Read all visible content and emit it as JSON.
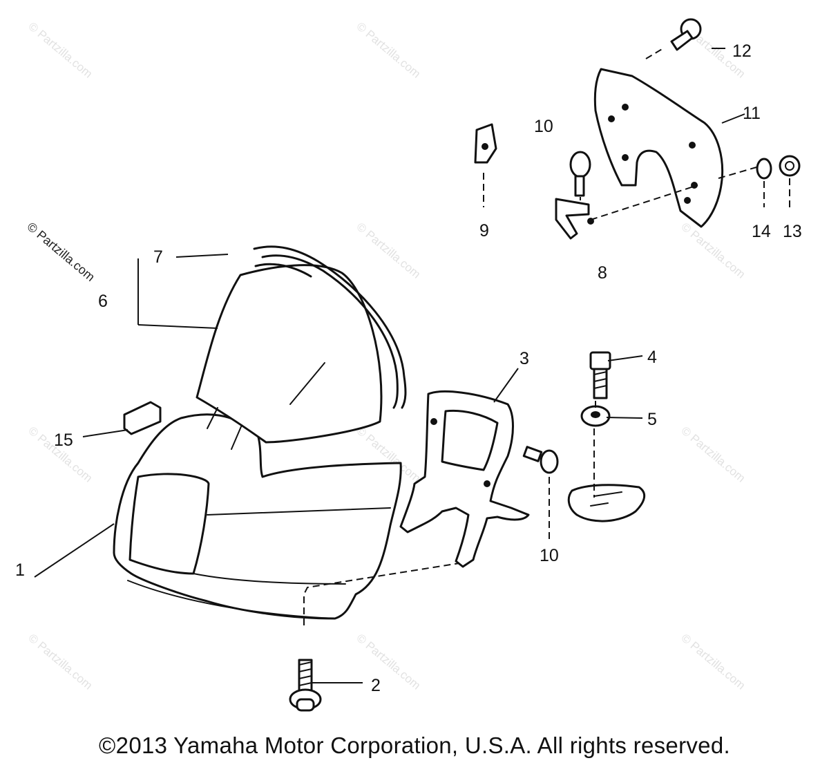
{
  "watermark": {
    "text": "© Partzilla.com"
  },
  "callouts": {
    "p1": "1",
    "p2": "2",
    "p3": "3",
    "p4": "4",
    "p5": "5",
    "p6": "6",
    "p7": "7",
    "p8": "8",
    "p9": "9",
    "p10a": "10",
    "p10b": "10",
    "p11": "11",
    "p12": "12",
    "p13": "13",
    "p14": "14",
    "p15": "15"
  },
  "footer": {
    "copyright": "©2013 Yamaha Motor Corporation, U.S.A. All rights reserved."
  }
}
